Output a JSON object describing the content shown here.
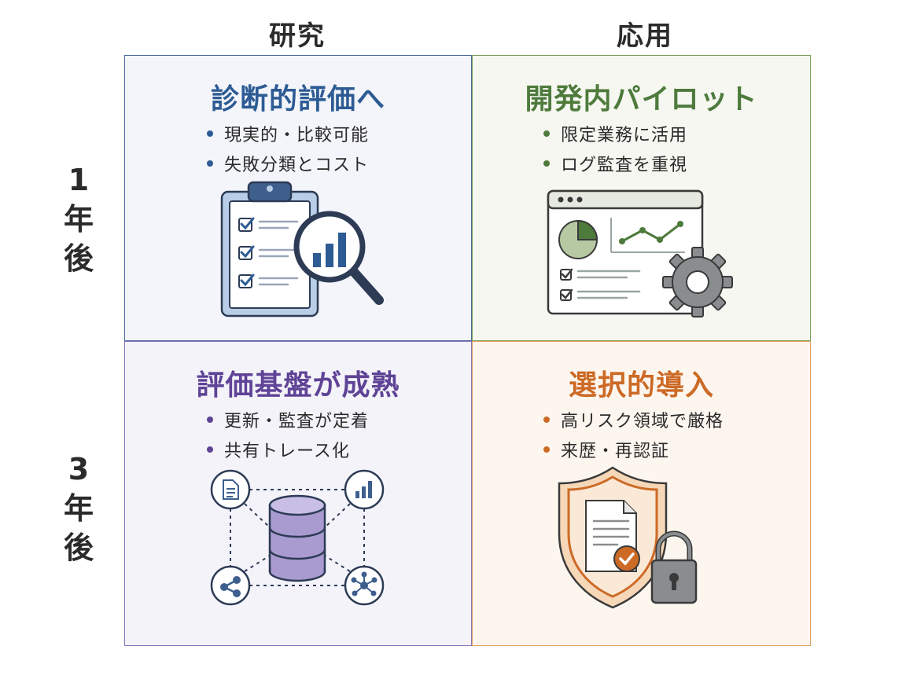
{
  "columns": {
    "research": "研究",
    "application": "応用"
  },
  "rows": {
    "year1": [
      "1",
      "年",
      "後"
    ],
    "year3": [
      "3",
      "年",
      "後"
    ]
  },
  "colors": {
    "blue": "#2d5b94",
    "green": "#4e7a3c",
    "purple": "#5f4396",
    "orange": "#cc6a26"
  },
  "quadrants": {
    "research_1y": {
      "title": "診断的評価へ",
      "bullets": [
        "現実的・比較可能",
        "失敗分類とコスト"
      ],
      "illustration": "clipboard-magnifier-icon"
    },
    "application_1y": {
      "title": "開発内パイロット",
      "bullets": [
        "限定業務に活用",
        "ログ監査を重視"
      ],
      "illustration": "dashboard-gear-icon"
    },
    "research_3y": {
      "title": "評価基盤が成熟",
      "bullets": [
        "更新・監査が定着",
        "共有トレース化"
      ],
      "illustration": "database-network-icon"
    },
    "application_3y": {
      "title": "選択的導入",
      "bullets": [
        "高リスク領域で厳格",
        "来歴・再認証"
      ],
      "illustration": "shield-lock-icon"
    }
  }
}
